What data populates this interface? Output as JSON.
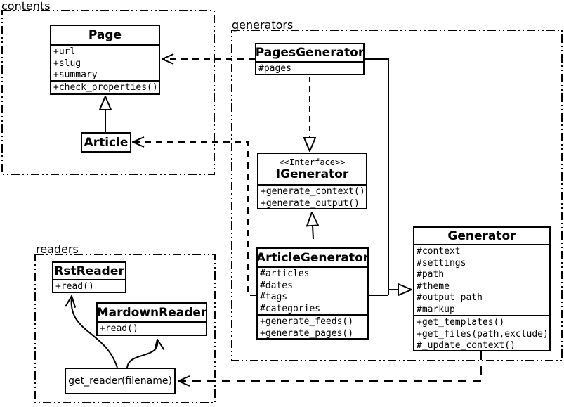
{
  "packages": {
    "contents": {
      "label": "contents"
    },
    "generators": {
      "label": "generators"
    },
    "readers": {
      "label": "readers"
    }
  },
  "classes": {
    "page": {
      "name": "Page",
      "attributes": [
        "+url",
        "+slug",
        "+summary"
      ],
      "methods": [
        "+check_properties()"
      ]
    },
    "article": {
      "name": "Article"
    },
    "pages_generator": {
      "name": "PagesGenerator",
      "attributes": [
        "#pages"
      ]
    },
    "igenerator": {
      "stereotype": "<<Interface>>",
      "name": "IGenerator",
      "methods": [
        "+generate_context()",
        "+generate_output()"
      ]
    },
    "article_generator": {
      "name": "ArticleGenerator",
      "attributes": [
        "#articles",
        "#dates",
        "#tags",
        "#categories"
      ],
      "methods": [
        "+generate_feeds()",
        "+generate_pages()"
      ]
    },
    "generator": {
      "name": "Generator",
      "attributes": [
        "#context",
        "#settings",
        "#path",
        "#theme",
        "#output_path",
        "#markup"
      ],
      "methods": [
        "+get_templates()",
        "+get_files(path,exclude)",
        "#_update_context()"
      ]
    },
    "rst_reader": {
      "name": "RstReader",
      "methods": [
        "+read()"
      ]
    },
    "mardown_reader": {
      "name": "MardownReader",
      "methods": [
        "+read()"
      ]
    },
    "get_reader": {
      "label": "get_reader(filename)"
    }
  },
  "relations": [
    {
      "from": "Article",
      "to": "Page",
      "type": "inheritance"
    },
    {
      "from": "PagesGenerator",
      "to": "IGenerator",
      "type": "realization"
    },
    {
      "from": "ArticleGenerator",
      "to": "IGenerator",
      "type": "inheritance"
    },
    {
      "from": "PagesGenerator",
      "to": "Generator",
      "type": "inheritance"
    },
    {
      "from": "ArticleGenerator",
      "to": "Generator",
      "type": "inheritance"
    },
    {
      "from": "PagesGenerator",
      "to": "Page",
      "type": "dependency"
    },
    {
      "from": "ArticleGenerator",
      "to": "Article",
      "type": "dependency"
    },
    {
      "from": "Generator",
      "to": "get_reader(filename)",
      "type": "dependency"
    },
    {
      "from": "get_reader(filename)",
      "to": "RstReader",
      "type": "reference"
    },
    {
      "from": "get_reader(filename)",
      "to": "MardownReader",
      "type": "reference"
    }
  ],
  "colors": {
    "line": "#000000",
    "background": "#ffffff"
  }
}
